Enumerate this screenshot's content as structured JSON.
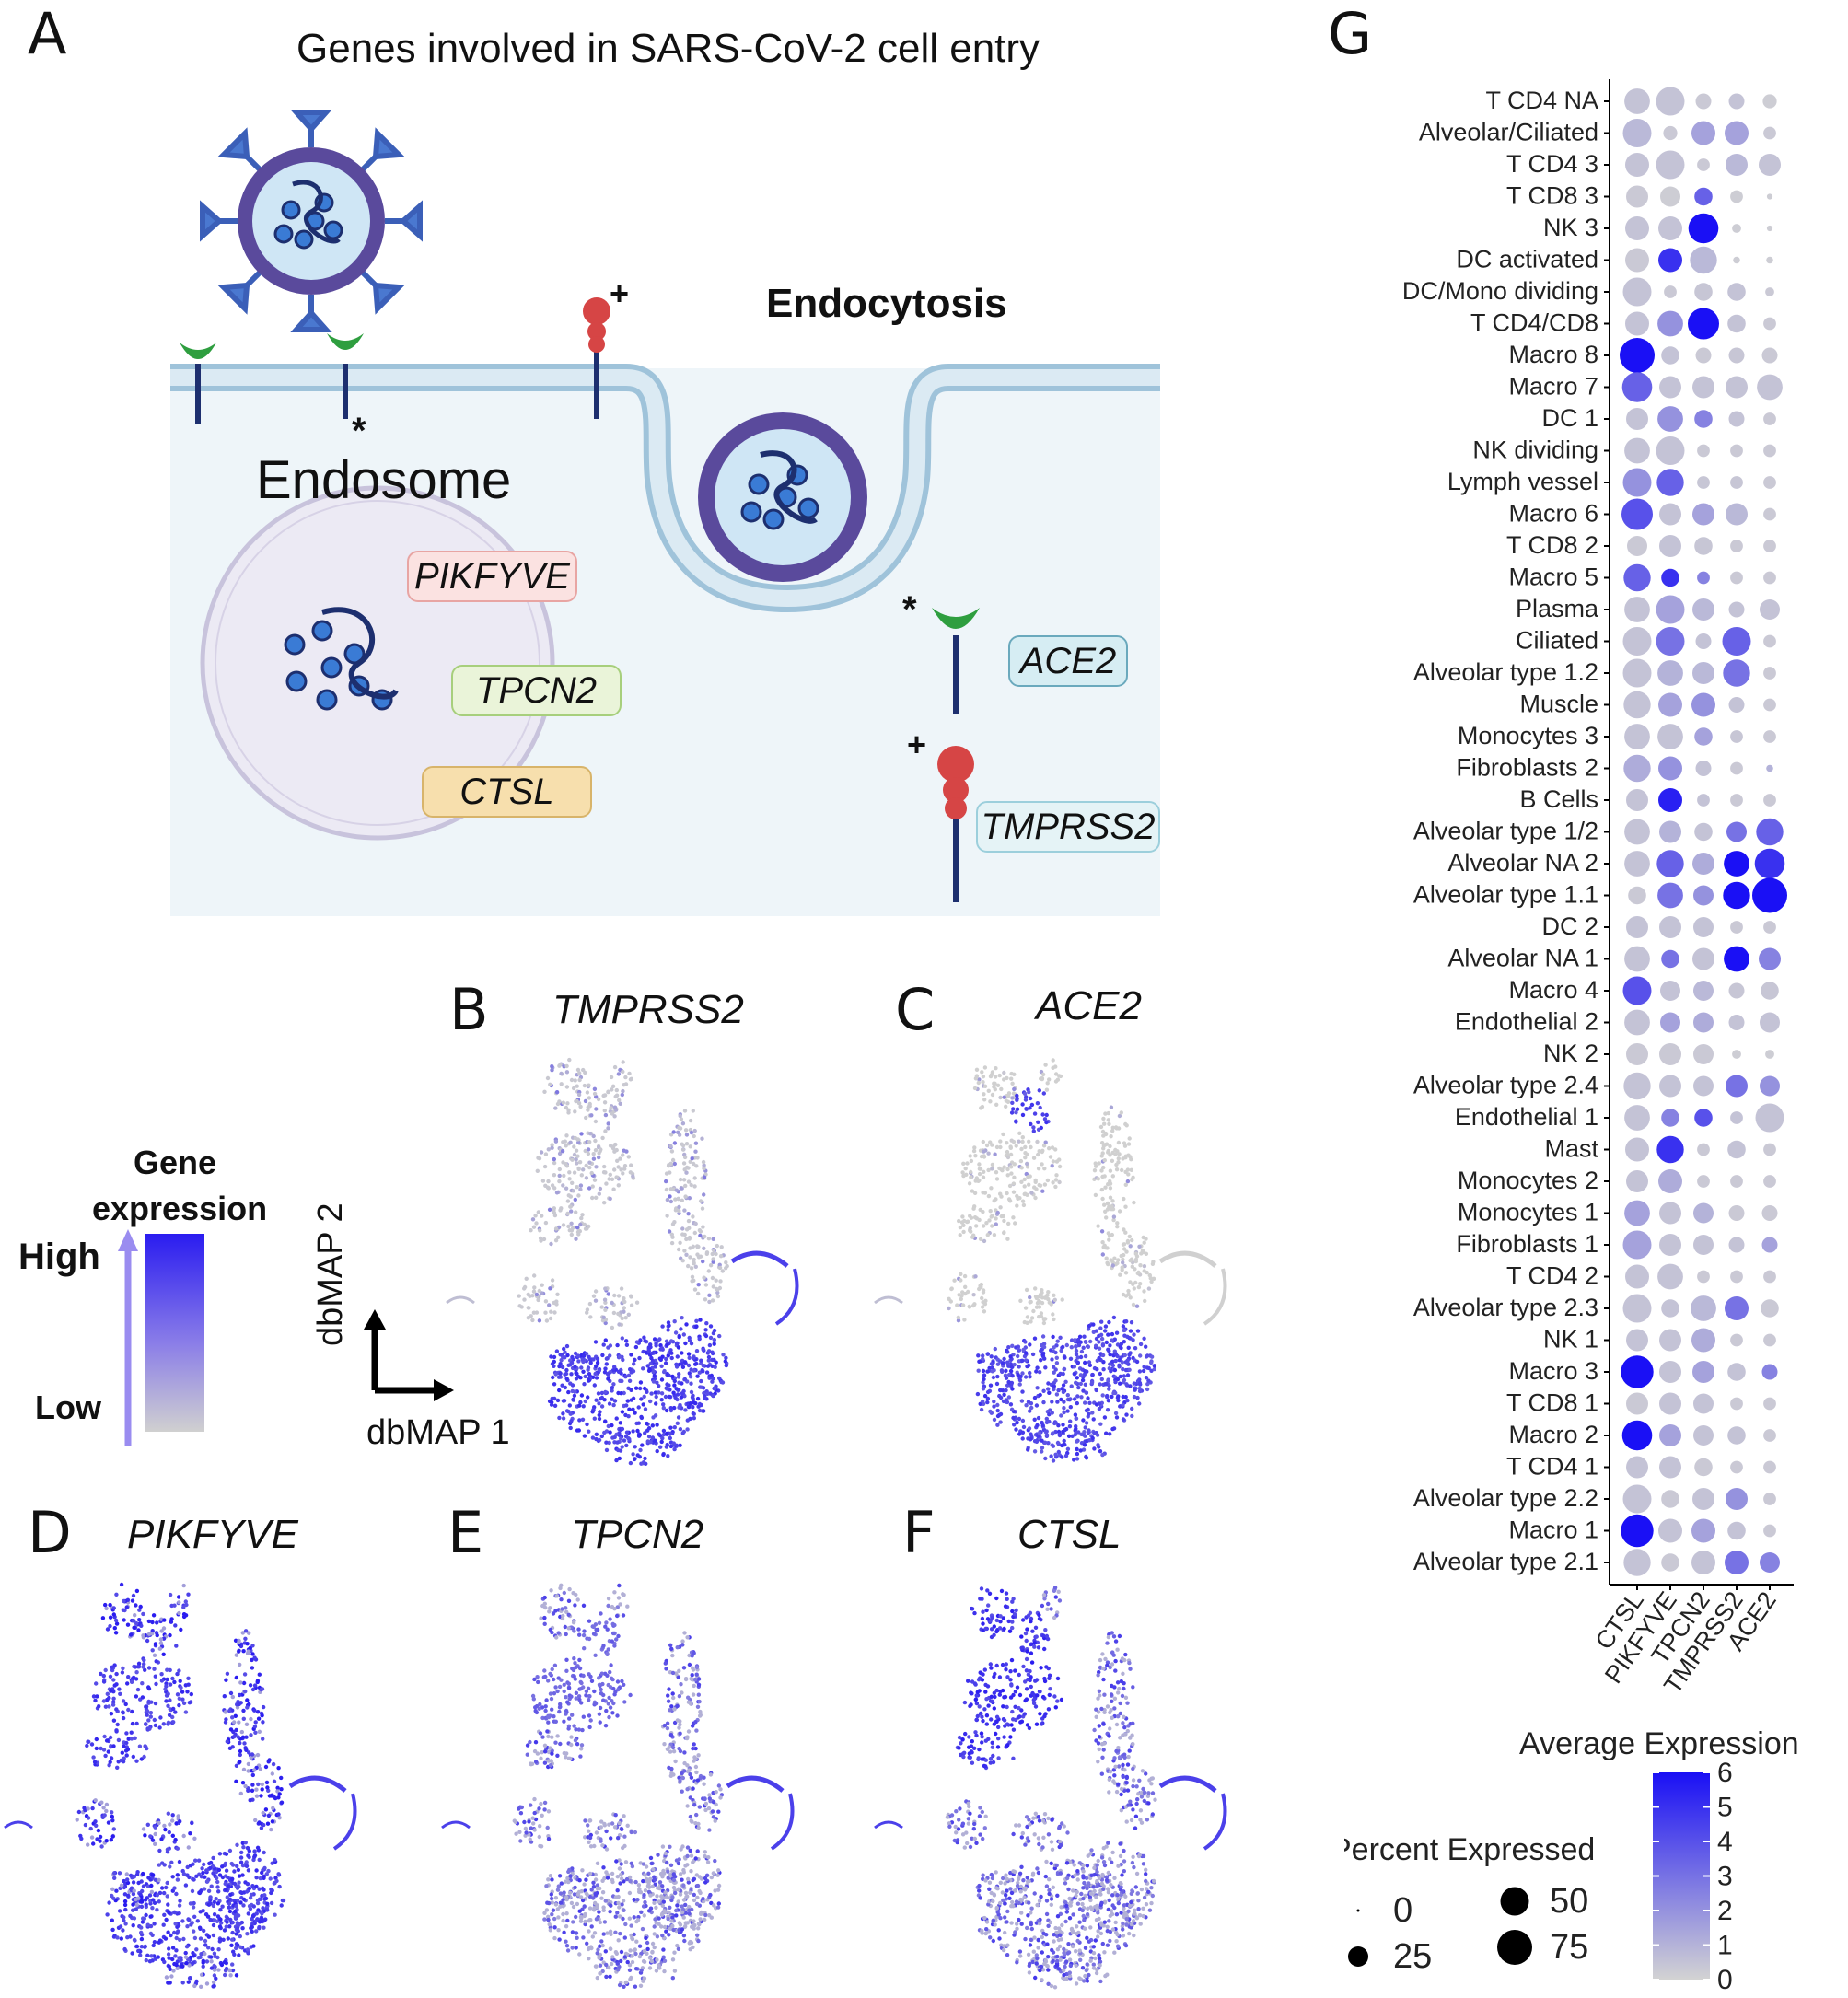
{
  "panel_a": {
    "letter": "A",
    "title": "Genes involved in SARS-CoV-2 cell entry",
    "endocytosis": "Endocytosis",
    "endosome": "Endosome",
    "star": "*",
    "plus": "+",
    "genes": {
      "pikfyve": "PIKFYVE",
      "tpcn2": "TPCN2",
      "ctsl": "CTSL",
      "ace2": "ACE2",
      "tmprss2": "TMPRSS2"
    },
    "colors": {
      "membrane": "#bcd8e8",
      "cell": "#eef5f9",
      "receptor_green": "#2e9e3f",
      "protease_red": "#d64545",
      "virus_purple": "#5a4a9c"
    }
  },
  "umap_panels": [
    {
      "letter": "B",
      "gene": "TMPRSS2"
    },
    {
      "letter": "C",
      "gene": "ACE2"
    },
    {
      "letter": "D",
      "gene": "PIKFYVE"
    },
    {
      "letter": "E",
      "gene": "TPCN2"
    },
    {
      "letter": "F",
      "gene": "CTSL"
    }
  ],
  "axes": {
    "x": "dbMAP 1",
    "y": "dbMAP 2"
  },
  "legend": {
    "title_line1": "Gene",
    "title_line2": "expression",
    "high": "High",
    "low": "Low",
    "color_high": "#2a1cf0",
    "color_low": "#d0d0d0"
  },
  "chart_data": {
    "type": "dotplot",
    "panel": "G",
    "rows": [
      "T CD4 NA",
      "Alveolar/Ciliated",
      "T CD4 3",
      "T CD8 3",
      "NK 3",
      "DC activated",
      "DC/Mono dividing",
      "T CD4/CD8",
      "Macro 8",
      "Macro 7",
      "DC 1",
      "NK dividing",
      "Lymph vessel",
      "Macro 6",
      "T CD8 2",
      "Macro 5",
      "Plasma",
      "Ciliated",
      "Alveolar type 1.2",
      "Muscle",
      "Monocytes 3",
      "Fibroblasts 2",
      "B Cells",
      "Alveolar type 1/2",
      "Alveolar NA 2",
      "Alveolar type 1.1",
      "DC 2",
      "Alveolar NA 1",
      "Macro 4",
      "Endothelial 2",
      "NK 2",
      "Alveolar type 2.4",
      "Endothelial 1",
      "Mast",
      "Monocytes 2",
      "Monocytes 1",
      "Fibroblasts 1",
      "T CD4 2",
      "Alveolar type 2.3",
      "NK 1",
      "Macro 3",
      "T CD8 1",
      "Macro 2",
      "T CD4 1",
      "Alveolar type 2.2",
      "Macro 1",
      "Alveolar type 2.1"
    ],
    "columns": [
      "CTSL",
      "PIKFYVE",
      "TPCN2",
      "TMPRSS2",
      "ACE2"
    ],
    "percent": [
      [
        40,
        50,
        15,
        15,
        12
      ],
      [
        50,
        12,
        35,
        35,
        10
      ],
      [
        35,
        50,
        10,
        30,
        30
      ],
      [
        30,
        25,
        20,
        10,
        2
      ],
      [
        35,
        35,
        55,
        5,
        2
      ],
      [
        35,
        35,
        45,
        3,
        3
      ],
      [
        50,
        10,
        20,
        20,
        5
      ],
      [
        35,
        40,
        60,
        20,
        10
      ],
      [
        75,
        20,
        15,
        15,
        15
      ],
      [
        55,
        30,
        30,
        30,
        40
      ],
      [
        30,
        40,
        20,
        15,
        10
      ],
      [
        40,
        50,
        10,
        10,
        10
      ],
      [
        50,
        45,
        10,
        10,
        10
      ],
      [
        60,
        30,
        30,
        30,
        10
      ],
      [
        25,
        30,
        20,
        10,
        10
      ],
      [
        45,
        20,
        10,
        10,
        10
      ],
      [
        40,
        50,
        30,
        15,
        25
      ],
      [
        50,
        50,
        15,
        50,
        10
      ],
      [
        50,
        40,
        30,
        45,
        10
      ],
      [
        45,
        35,
        35,
        15,
        10
      ],
      [
        40,
        40,
        20,
        10,
        10
      ],
      [
        45,
        35,
        15,
        10,
        3
      ],
      [
        30,
        35,
        10,
        10,
        10
      ],
      [
        40,
        30,
        20,
        25,
        45
      ],
      [
        40,
        45,
        30,
        40,
        55
      ],
      [
        20,
        40,
        25,
        45,
        75
      ],
      [
        30,
        30,
        25,
        10,
        10
      ],
      [
        40,
        20,
        30,
        40,
        30
      ],
      [
        50,
        25,
        25,
        15,
        20
      ],
      [
        40,
        25,
        25,
        15,
        25
      ],
      [
        30,
        30,
        25,
        5,
        5
      ],
      [
        45,
        30,
        25,
        30,
        25
      ],
      [
        40,
        20,
        20,
        10,
        50
      ],
      [
        35,
        45,
        10,
        20,
        10
      ],
      [
        30,
        35,
        10,
        10,
        10
      ],
      [
        40,
        30,
        25,
        15,
        15
      ],
      [
        50,
        30,
        25,
        15,
        15
      ],
      [
        35,
        40,
        10,
        10,
        10
      ],
      [
        50,
        20,
        40,
        35,
        20
      ],
      [
        30,
        30,
        35,
        10,
        10
      ],
      [
        65,
        30,
        30,
        20,
        15
      ],
      [
        30,
        30,
        25,
        10,
        10
      ],
      [
        55,
        30,
        25,
        20,
        10
      ],
      [
        30,
        30,
        20,
        10,
        10
      ],
      [
        50,
        20,
        30,
        30,
        10
      ],
      [
        65,
        35,
        35,
        20,
        10
      ],
      [
        45,
        20,
        35,
        35,
        25
      ]
    ],
    "avg_expression": [
      [
        0.5,
        0.5,
        0.3,
        0.5,
        0.2
      ],
      [
        0.8,
        0.3,
        1.5,
        1.5,
        0.3
      ],
      [
        0.5,
        0.5,
        0.3,
        0.8,
        0.5
      ],
      [
        0.3,
        0.2,
        3.5,
        0.2,
        0.2
      ],
      [
        0.5,
        0.5,
        6,
        0.2,
        0.2
      ],
      [
        0.3,
        5,
        0.8,
        0.2,
        0.2
      ],
      [
        0.5,
        0.3,
        0.4,
        0.5,
        0.3
      ],
      [
        0.5,
        2,
        6,
        0.5,
        0.3
      ],
      [
        6,
        0.5,
        0.3,
        0.4,
        0.3
      ],
      [
        3.5,
        0.5,
        0.5,
        0.5,
        0.5
      ],
      [
        0.5,
        2,
        2.5,
        0.5,
        0.3
      ],
      [
        0.5,
        0.5,
        0.3,
        0.3,
        0.3
      ],
      [
        2,
        3.5,
        0.4,
        0.4,
        0.3
      ],
      [
        4,
        0.5,
        1.5,
        0.8,
        0.3
      ],
      [
        0.3,
        0.5,
        0.4,
        0.3,
        0.3
      ],
      [
        3.5,
        5,
        2.5,
        0.3,
        0.3
      ],
      [
        0.5,
        1.5,
        0.8,
        0.5,
        0.5
      ],
      [
        0.5,
        3,
        0.5,
        3.5,
        0.3
      ],
      [
        0.5,
        1,
        0.8,
        3,
        0.3
      ],
      [
        0.5,
        1.5,
        2,
        0.5,
        0.3
      ],
      [
        0.5,
        0.5,
        1.5,
        0.4,
        0.3
      ],
      [
        1.2,
        2,
        0.5,
        0.3,
        1
      ],
      [
        0.5,
        5.5,
        0.5,
        0.3,
        0.3
      ],
      [
        0.5,
        1,
        0.5,
        3,
        3.5
      ],
      [
        0.5,
        3.5,
        1.2,
        6,
        5
      ],
      [
        0.3,
        3,
        2,
        6,
        6
      ],
      [
        0.5,
        0.5,
        0.5,
        0.3,
        0.3
      ],
      [
        0.5,
        3,
        0.5,
        6,
        2.5
      ],
      [
        4,
        0.5,
        0.8,
        0.4,
        0.4
      ],
      [
        0.5,
        1.5,
        1.2,
        0.5,
        0.5
      ],
      [
        0.3,
        0.3,
        0.3,
        0.2,
        0.2
      ],
      [
        0.5,
        0.5,
        0.5,
        3,
        2
      ],
      [
        0.5,
        2.5,
        4,
        0.5,
        0.5
      ],
      [
        0.5,
        5,
        0.3,
        0.5,
        0.3
      ],
      [
        0.5,
        1.2,
        0.3,
        0.3,
        0.3
      ],
      [
        1.5,
        0.5,
        1,
        0.3,
        0.3
      ],
      [
        1.5,
        0.5,
        0.5,
        0.5,
        1.5
      ],
      [
        0.5,
        0.5,
        0.3,
        0.3,
        0.3
      ],
      [
        0.5,
        0.5,
        0.8,
        3,
        0.3
      ],
      [
        0.5,
        0.5,
        1.2,
        0.3,
        0.3
      ],
      [
        6,
        0.5,
        1.5,
        0.5,
        2.5
      ],
      [
        0.3,
        0.5,
        0.5,
        0.3,
        0.3
      ],
      [
        6,
        1.5,
        0.5,
        0.5,
        0.3
      ],
      [
        0.5,
        0.5,
        0.3,
        0.3,
        0.3
      ],
      [
        0.5,
        0.3,
        0.5,
        2,
        0.3
      ],
      [
        6,
        0.5,
        1.5,
        0.5,
        0.3
      ],
      [
        0.5,
        0.3,
        0.5,
        3,
        2.5
      ]
    ],
    "size_legend": {
      "title": "Percent Expressed",
      "values": [
        0,
        25,
        50,
        75
      ],
      "labels": [
        "0",
        "25",
        "50",
        "75"
      ]
    },
    "color_legend": {
      "title": "Average Expression",
      "ticks": [
        "6",
        "5",
        "4",
        "3",
        "2",
        "1",
        "0"
      ],
      "range": [
        0,
        6
      ]
    },
    "colors": {
      "low": "#d3d3d3",
      "high": "#1a10f5"
    }
  }
}
